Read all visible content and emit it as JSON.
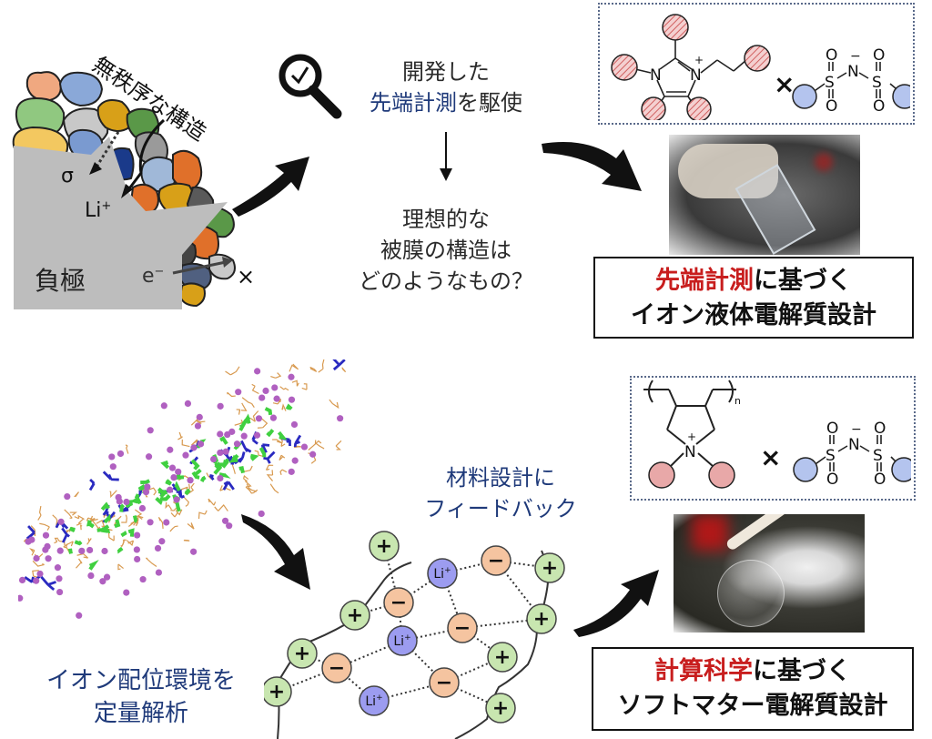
{
  "top_left": {
    "label_disorder": "無秩序な構造",
    "label_sigma": "σ",
    "label_li": "Li",
    "label_li_sup": "+",
    "label_electrode": "負極",
    "label_electron": "e",
    "label_electron_sup": "−",
    "label_block": "×"
  },
  "center_top": {
    "line1": "開発した",
    "line2_highlight": "先端計測",
    "line2_rest": "を駆使",
    "question_line1": "理想的な",
    "question_line2": "被膜の構造は",
    "question_line3": "どのようなもの？"
  },
  "ionic_liquid_panel": {
    "cation_atoms": [
      "N",
      "N",
      "+"
    ],
    "multiply_sign": "×",
    "anion_atoms": [
      "S",
      "N",
      "S",
      "O",
      "O",
      "O",
      "O",
      "−"
    ],
    "result_highlight": "先端計測",
    "result_line1_rest": "に基づく",
    "result_line2": "イオン液体電解質設計"
  },
  "bottom_left": {
    "caption_line1": "イオン配位環境を",
    "caption_line2": "定量解析"
  },
  "network": {
    "feedback_line1": "材料設計に",
    "feedback_line2": "フィードバック",
    "plus_label": "+",
    "minus_label": "−",
    "li_label": "Li",
    "li_sup": "+"
  },
  "soft_matter_panel": {
    "polymer_subscript": "n",
    "cation_atoms": [
      "N",
      "+"
    ],
    "multiply_sign": "×",
    "anion_atoms": [
      "S",
      "N",
      "S",
      "O",
      "O",
      "O",
      "O",
      "−"
    ],
    "result_highlight": "計算科学",
    "result_line1_rest": "に基づく",
    "result_line2": "ソフトマター電解質設計"
  },
  "colors": {
    "accent_blue": "#1f3a7a",
    "accent_red": "#c81e1e",
    "cation_green": "#c8e6b0",
    "anion_orange": "#f5c4a0",
    "lithium_purple": "#9c9cf0",
    "cation_pink": "#e8a8a8",
    "anion_blue": "#b4c4ee"
  }
}
